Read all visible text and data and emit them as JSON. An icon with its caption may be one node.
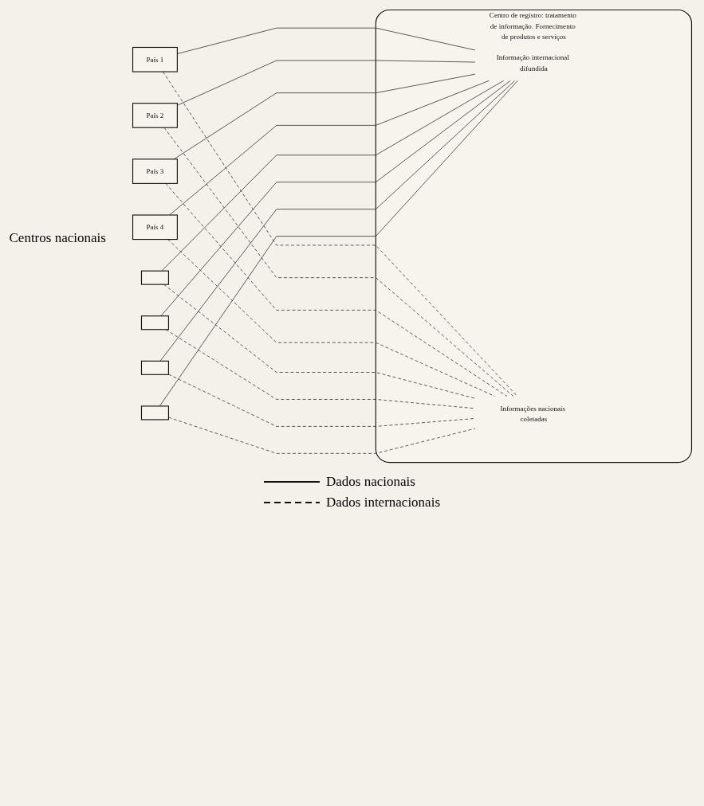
{
  "diagram": {
    "nodes": [
      {
        "text": [
          "País 1"
        ]
      },
      {
        "text": [
          "País 2"
        ]
      },
      {
        "text": [
          "País 3"
        ]
      },
      {
        "text": [
          "País 4"
        ]
      },
      {
        "text": [],
        "shape": "box"
      },
      {
        "text": [],
        "shape": "box"
      },
      {
        "text": [],
        "shape": "box"
      },
      {
        "text": [],
        "shape": "box"
      },
      {
        "text": [
          "Centro de registro: tratamento de informação. Fornecimento de produtos e serviços"
        ]
      },
      {
        "text": [
          "Informação internacional difundida"
        ],
        "in": 8
      },
      {
        "text": [
          "Informações nacionais coletadas"
        ],
        "in": 8
      }
    ],
    "edges": [
      {
        "from": 0,
        "to": 9,
        "arrow": "none"
      },
      {
        "from": 1,
        "to": 9,
        "arrow": "none"
      },
      {
        "from": 2,
        "to": 9,
        "arrow": "none"
      },
      {
        "from": 3,
        "to": 9,
        "arrow": "none"
      },
      {
        "from": 4,
        "to": 9,
        "arrow": "none"
      },
      {
        "from": 5,
        "to": 9,
        "arrow": "none"
      },
      {
        "from": 6,
        "to": 9,
        "arrow": "none"
      },
      {
        "from": 7,
        "to": 9,
        "arrow": "none"
      },
      {
        "from": 0,
        "to": 10,
        "arrow": "none",
        "style": "dashed"
      },
      {
        "from": 1,
        "to": 10,
        "arrow": "none",
        "style": "dashed"
      },
      {
        "from": 2,
        "to": 10,
        "arrow": "none",
        "style": "dashed"
      },
      {
        "from": 3,
        "to": 10,
        "arrow": "none",
        "style": "dashed"
      },
      {
        "from": 4,
        "to": 10,
        "arrow": "none",
        "style": "dashed"
      },
      {
        "from": 5,
        "to": 10,
        "arrow": "none",
        "style": "dashed"
      },
      {
        "from": 6,
        "to": 10,
        "arrow": "none",
        "style": "dashed"
      },
      {
        "from": 7,
        "to": 10,
        "arrow": "none",
        "style": "dashed"
      }
    ],
    "labels": [
      "Centros nacionais"
    ],
    "legend": [
      {
        "text": "Dados nacionais"
      },
      {
        "text": "Dados internacionais"
      }
    ]
  }
}
